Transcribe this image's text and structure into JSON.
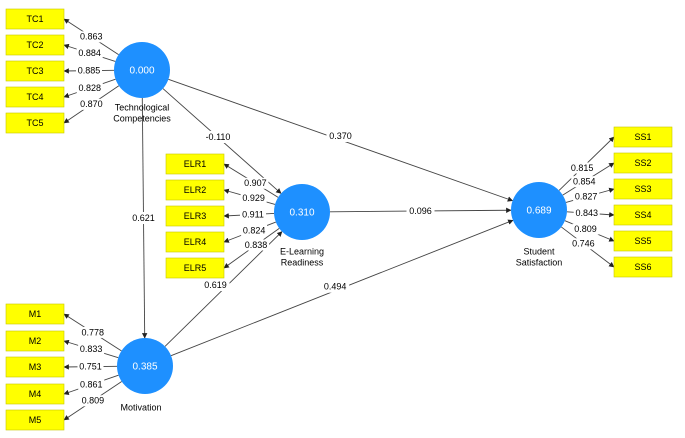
{
  "colors": {
    "latent_fill": "#1e90ff",
    "indicator_fill": "#ffff00",
    "edge": "#444444"
  },
  "latent_variables": {
    "tc": {
      "name_lines": [
        "Technological",
        "Competencies"
      ],
      "value": "0.000"
    },
    "elr": {
      "name_lines": [
        "E-Learning",
        "Readiness"
      ],
      "value": "0.310"
    },
    "mot": {
      "name_lines": [
        "Motivation"
      ],
      "value": "0.385"
    },
    "ss": {
      "name_lines": [
        "Student",
        "Satisfaction"
      ],
      "value": "0.689"
    }
  },
  "indicators": {
    "tc": [
      {
        "label": "TC1",
        "loading": "0.863"
      },
      {
        "label": "TC2",
        "loading": "0.884"
      },
      {
        "label": "TC3",
        "loading": "0.885"
      },
      {
        "label": "TC4",
        "loading": "0.828"
      },
      {
        "label": "TC5",
        "loading": "0.870"
      }
    ],
    "elr": [
      {
        "label": "ELR1",
        "loading": "0.907"
      },
      {
        "label": "ELR2",
        "loading": "0.929"
      },
      {
        "label": "ELR3",
        "loading": "0.911"
      },
      {
        "label": "ELR4",
        "loading": "0.824"
      },
      {
        "label": "ELR5",
        "loading": "0.838"
      }
    ],
    "mot": [
      {
        "label": "M1",
        "loading": "0.778"
      },
      {
        "label": "M2",
        "loading": "0.833"
      },
      {
        "label": "M3",
        "loading": "0.751"
      },
      {
        "label": "M4",
        "loading": "0.861"
      },
      {
        "label": "M5",
        "loading": "0.809"
      }
    ],
    "ss": [
      {
        "label": "SS1",
        "loading": "0.815"
      },
      {
        "label": "SS2",
        "loading": "0.854"
      },
      {
        "label": "SS3",
        "loading": "0.827"
      },
      {
        "label": "SS4",
        "loading": "0.843"
      },
      {
        "label": "SS5",
        "loading": "0.809"
      },
      {
        "label": "SS6",
        "loading": "0.746"
      }
    ]
  },
  "paths": {
    "tc_elr": "-0.110",
    "tc_ss": "0.370",
    "tc_mot": "0.621",
    "elr_ss": "0.096",
    "mot_elr": "0.619",
    "mot_ss": "0.494"
  }
}
